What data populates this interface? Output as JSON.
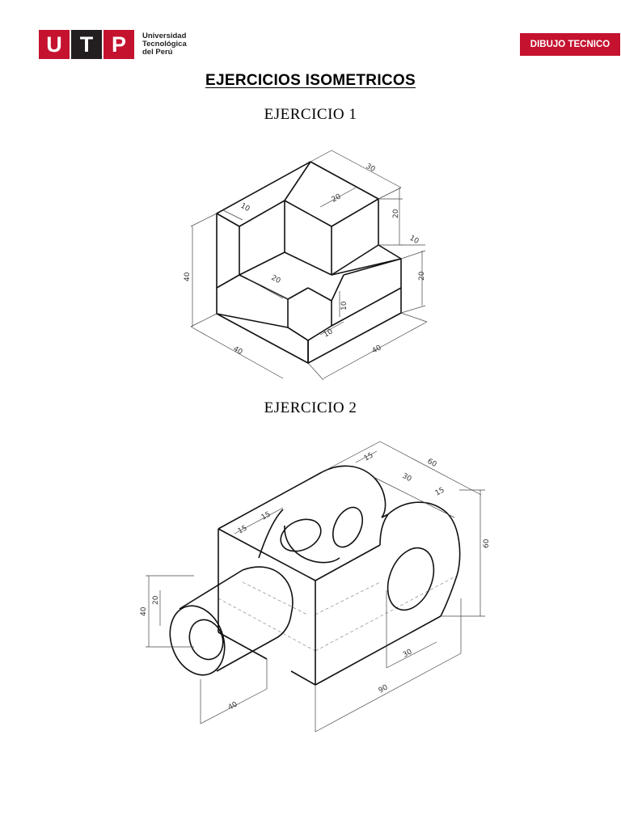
{
  "header": {
    "logo": {
      "letters": [
        "U",
        "T",
        "P"
      ],
      "lines": [
        "Universidad",
        "Tecnológica",
        "del Perú"
      ]
    },
    "course_tag": "DIBUJO TECNICO",
    "colors": {
      "brand_red": "#c4122f",
      "brand_dark": "#231f20"
    }
  },
  "title": "EJERCICIOS ISOMETRICOS",
  "exercises": [
    {
      "label": "EJERCICIO 1",
      "dimensions": [
        "30",
        "20",
        "10",
        "20",
        "10",
        "20",
        "40",
        "20",
        "10",
        "10",
        "40",
        "40"
      ]
    },
    {
      "label": "EJERCICIO 2",
      "dimensions": [
        "15",
        "60",
        "30",
        "15",
        "15",
        "15",
        "60",
        "40",
        "20",
        "30",
        "40",
        "90"
      ]
    }
  ]
}
